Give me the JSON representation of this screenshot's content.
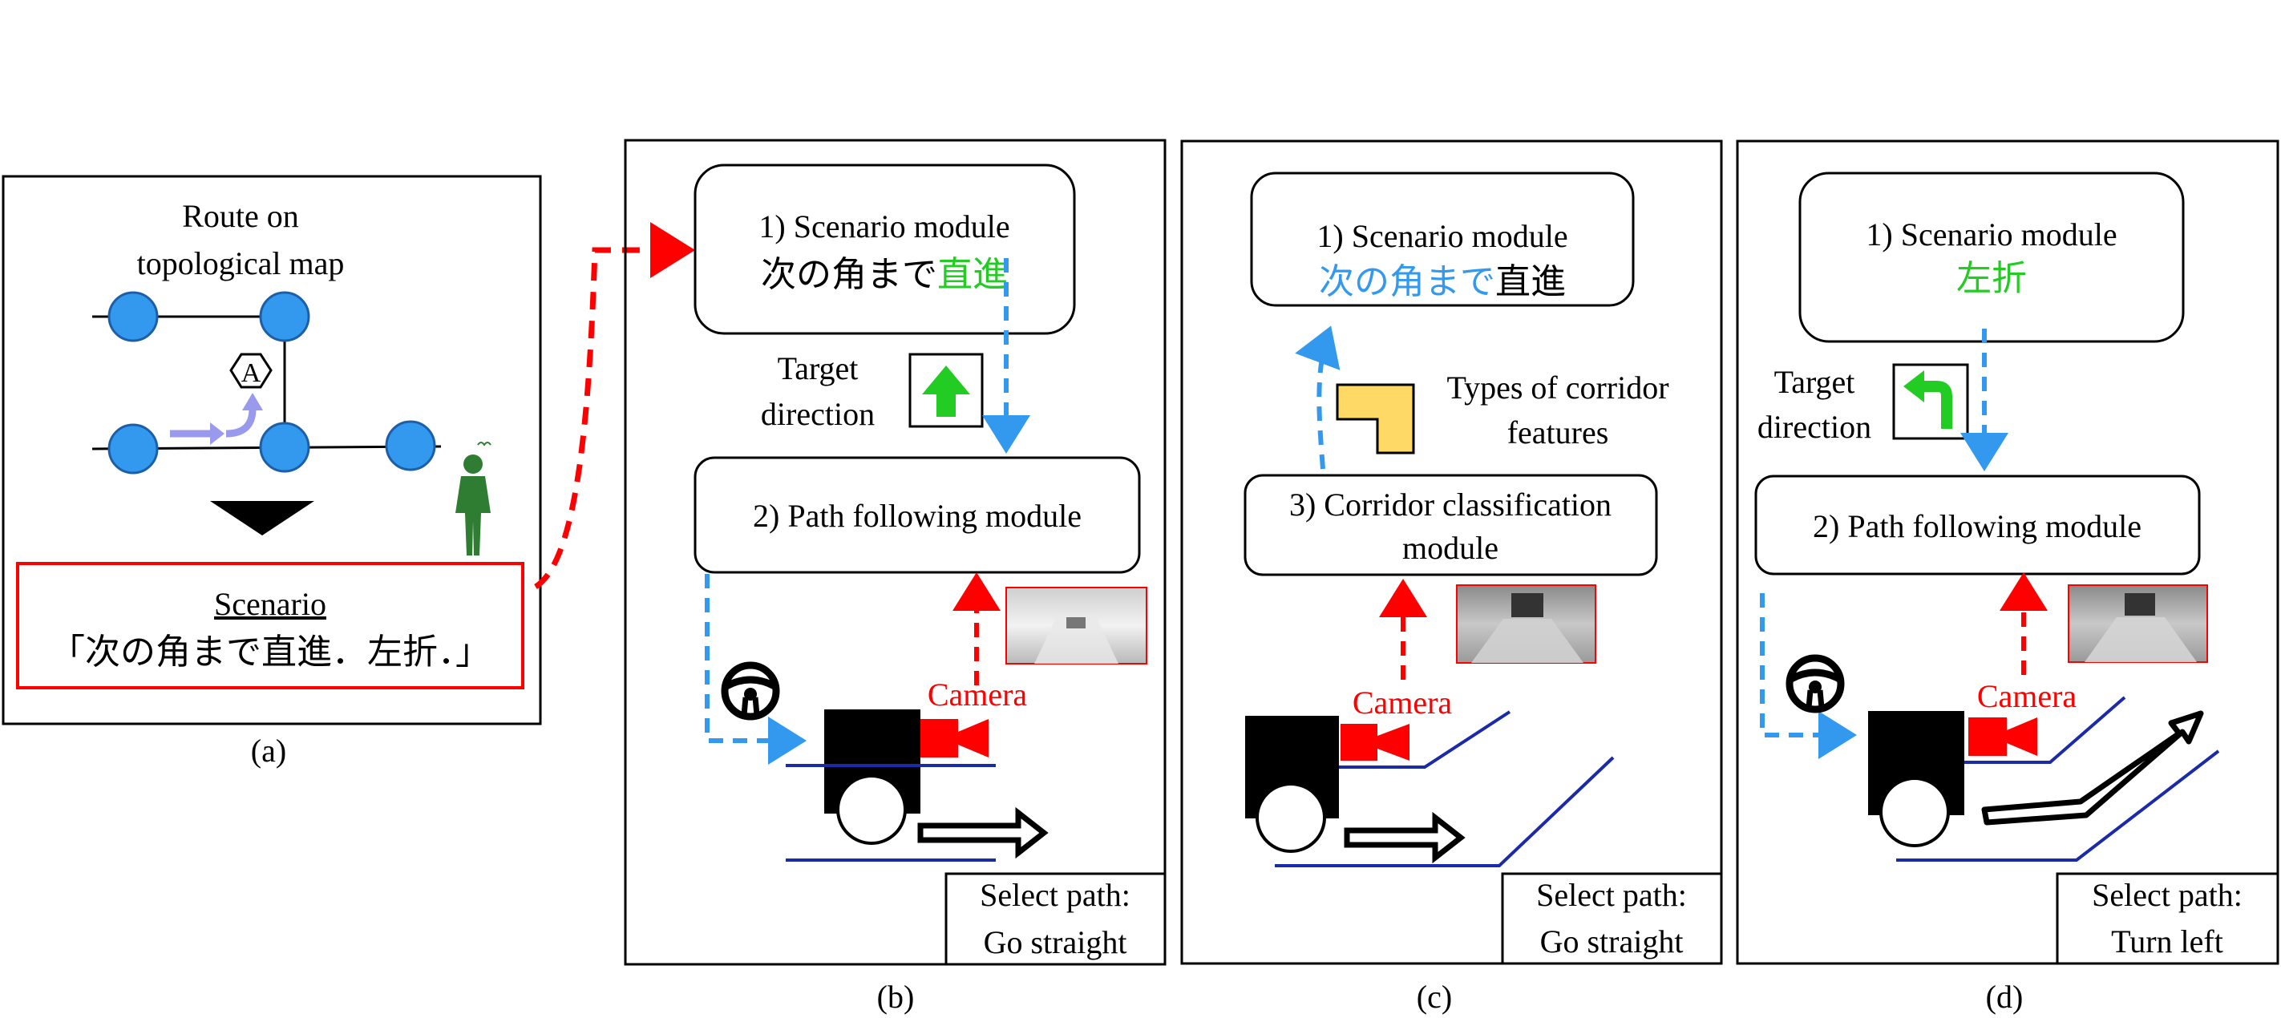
{
  "panel_a": {
    "route_title_1": "Route on",
    "route_title_2": "topological map",
    "landmark_label": "A",
    "scenario_label": "Scenario",
    "scenario_text": "「次の角まで直進．左折．」",
    "caption": "(a)"
  },
  "panel_b": {
    "module1_title": "1) Scenario module",
    "module1_jp_black": "次の角まで",
    "module1_jp_green": "直進",
    "target_1": "Target",
    "target_2": "direction",
    "module2_title": "2) Path following module",
    "camera_label": "Camera",
    "select_1": "Select path:",
    "select_2": "Go straight",
    "caption": "(b)"
  },
  "panel_c": {
    "module1_title": "1) Scenario module",
    "module1_jp_blue": "次の角まで",
    "module1_jp_black": "直進",
    "features_1": "Types of corridor",
    "features_2": "features",
    "module3_title_1": "3) Corridor classification",
    "module3_title_2": "module",
    "camera_label": "Camera",
    "select_1": "Select path:",
    "select_2": "Go straight",
    "caption": "(c)"
  },
  "panel_d": {
    "module1_title": "1) Scenario module",
    "module1_jp_green": "左折",
    "target_1": "Target",
    "target_2": "direction",
    "module2_title": "2) Path following module",
    "camera_label": "Camera",
    "select_1": "Select path:",
    "select_2": "Turn left",
    "caption": "(d)"
  },
  "colors": {
    "red": "#ff0000",
    "green": "#22cc22",
    "blue": "#3399ee",
    "node_blue": "#3399ee",
    "corridor_line": "#1a2aa8",
    "lavender": "#9999ee",
    "feature_yellow": "#ffd966",
    "person_green": "#2e7d32"
  },
  "icons": [
    "steering-wheel-icon",
    "camera-icon",
    "up-arrow-icon",
    "left-turn-arrow-icon",
    "corridor-corner-icon",
    "person-icon"
  ]
}
